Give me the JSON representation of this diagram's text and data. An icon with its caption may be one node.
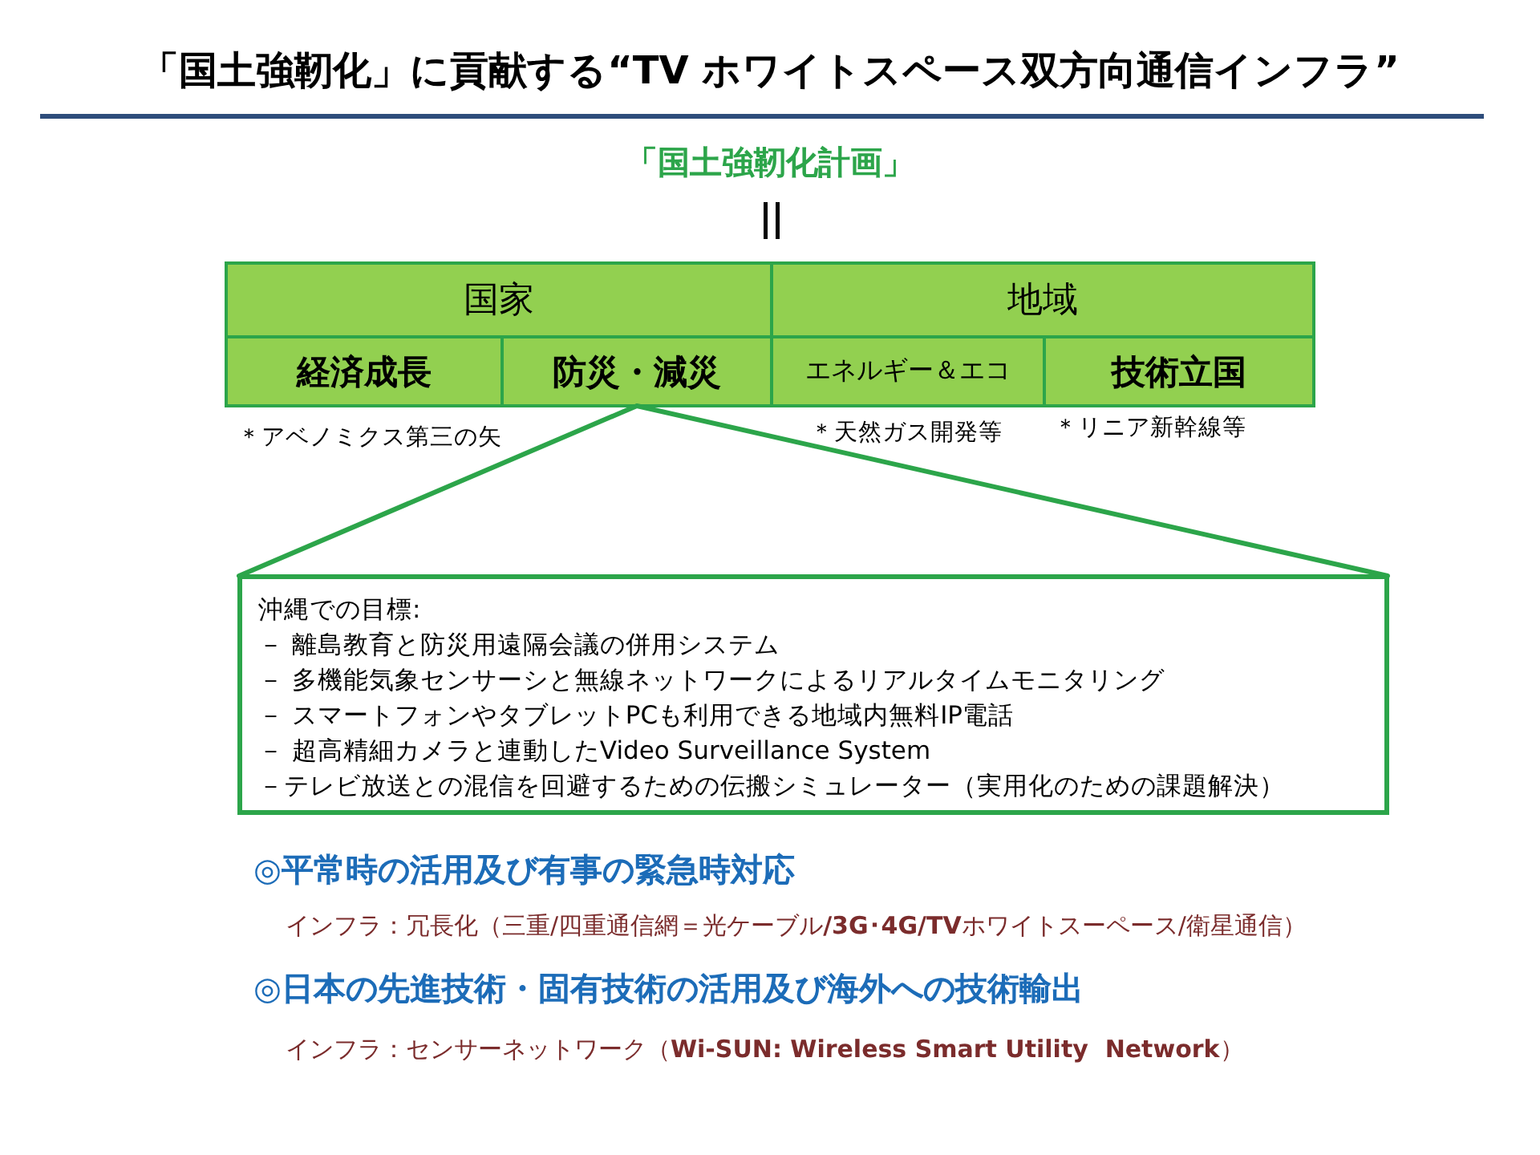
{
  "diagram": {
    "title": "「国土強靭化」に貢献する“TV ホワイトスペース双方向通信インフラ”",
    "nodes": [
      {
        "text": [
          "国家"
        ]
      },
      {
        "text": [
          "地域"
        ]
      },
      {
        "text": [
          "経済成長"
        ],
        "beside": [
          "＊アベノミクス第三の矢"
        ]
      },
      {
        "text": [
          "防災・減災"
        ]
      },
      {
        "text": [
          "エネルギー＆エコ"
        ],
        "beside": [
          "＊天然ガス開発等"
        ]
      },
      {
        "text": [
          "技術立国"
        ],
        "beside": [
          "＊リニア新幹線等"
        ]
      },
      {
        "text": [
          "沖縄での目標:",
          "－ 離島教育と防災用遠隔会議の併用システム",
          "－ 多機能気象センサーシと無線ネットワークによるリアルタイムモニタリング",
          "－ スマートフォンやタブレットPCも利用できる地域内無料IP電話",
          "－ 超高精細カメラと連動したVideo Surveillance System",
          "－テレビ放送との混信を回避するための伝搬シミュレーター（実用化のための課題解決）"
        ]
      }
    ],
    "edges": [
      {
        "from": 3,
        "to": 6,
        "arrow": "none"
      }
    ],
    "labels": [
      "「国土強靭化計画」",
      "◎平常時の活用及び有事の緊急時対応",
      "インフラ：冗長化（三重/四重通信網＝光ケーブル**/3G･4G/TV**ホワイトスーペース/衛星通信）",
      "◎日本の先進技術・固有技術の活用及び海外への技術輸出",
      "インフラ：センサーネットワーク（**Wi-SUN: Wireless Smart Utility  Network**）"
    ]
  }
}
